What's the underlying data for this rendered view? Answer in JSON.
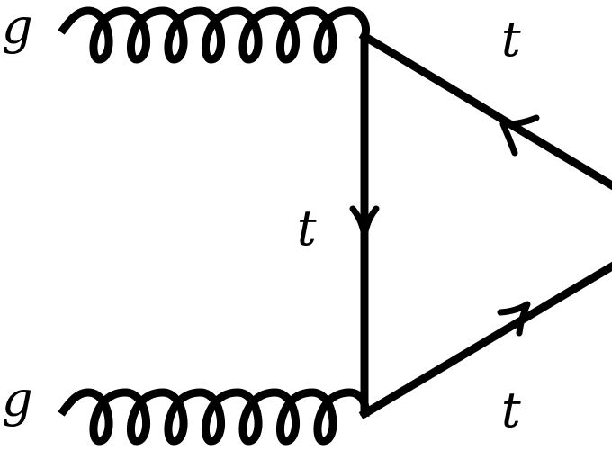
{
  "diagram": {
    "labels": {
      "gluon_top": "g",
      "gluon_bottom": "g",
      "top_upper": "t",
      "top_internal": "t",
      "top_lower": "t"
    },
    "colors": {
      "line": "#000000",
      "background": "#ffffff"
    }
  }
}
